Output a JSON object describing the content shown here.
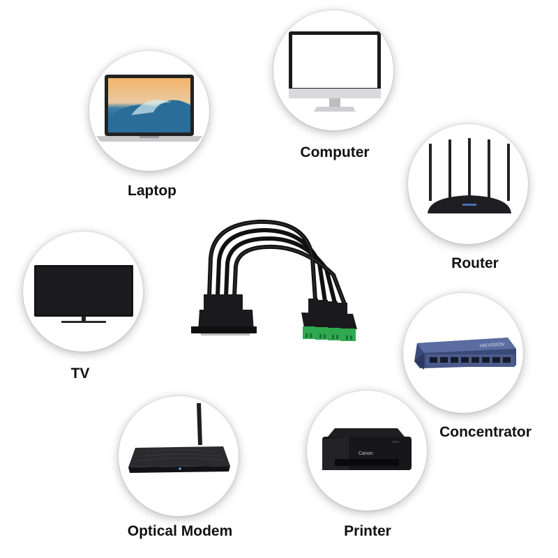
{
  "devices": [
    {
      "id": "laptop",
      "label": "Laptop",
      "icon": "laptop-icon"
    },
    {
      "id": "computer",
      "label": "Computer",
      "icon": "monitor-icon"
    },
    {
      "id": "router",
      "label": "Router",
      "icon": "router-icon"
    },
    {
      "id": "tv",
      "label": "TV",
      "icon": "tv-icon"
    },
    {
      "id": "concentrator",
      "label": "Concentrator",
      "icon": "network-switch-icon"
    },
    {
      "id": "optical_modem",
      "label": "Optical Modem",
      "icon": "modem-icon"
    },
    {
      "id": "printer",
      "label": "Printer",
      "icon": "printer-icon"
    }
  ],
  "switch_brand": "HIKVISION",
  "printer_brand": "Canon",
  "center_icon": "ethernet-cable-splitter-icon",
  "colors": {
    "terminal_green": "#2fa84f",
    "switch_blue": "#4a5a8a",
    "cable_black": "#111111"
  }
}
